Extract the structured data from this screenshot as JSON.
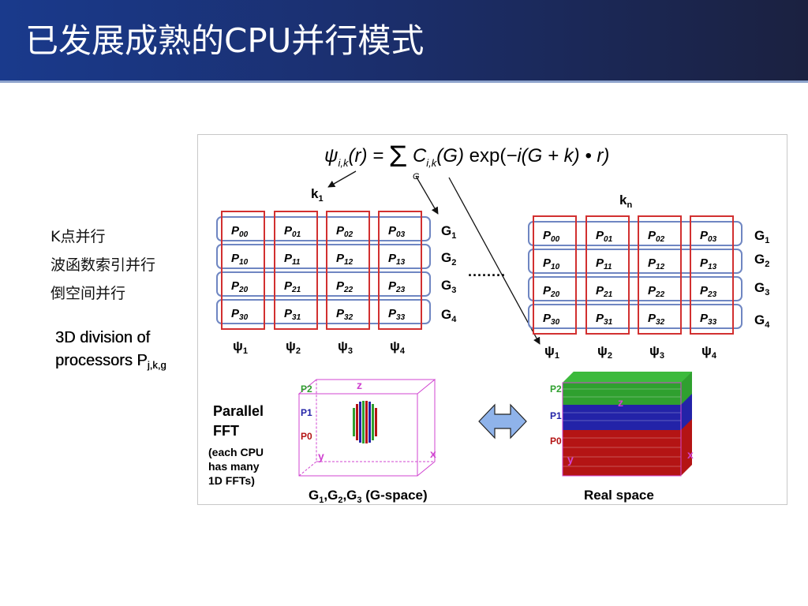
{
  "header": {
    "title": "已发展成熟的CPU并行模式"
  },
  "sidebar": {
    "items": [
      "K点并行",
      "波函数索引并行",
      "倒空间并行"
    ]
  },
  "note": {
    "line1": "3D division of",
    "line2_prefix": "processors P",
    "line2_sub": "j,k,g"
  },
  "diagram": {
    "formula": "ψi,k(r) = Σ Ci,k(G) exp(−i(G + k) • r)",
    "k_left": "k1",
    "k_right": "kn",
    "grid_cells": [
      [
        "P00",
        "P01",
        "P02",
        "P03"
      ],
      [
        "P10",
        "P11",
        "P12",
        "P13"
      ],
      [
        "P20",
        "P21",
        "P22",
        "P23"
      ],
      [
        "P30",
        "P31",
        "P32",
        "P33"
      ]
    ],
    "g_labels": [
      "G1",
      "G2",
      "G3",
      "G4"
    ],
    "psi_labels": [
      "ψ1",
      "ψ2",
      "ψ3",
      "ψ4"
    ],
    "dots": "········",
    "fft_label": [
      "Parallel",
      "FFT"
    ],
    "fft_note": [
      "(each CPU",
      "has many",
      "1D FFTs)"
    ],
    "gspace_caption": "G1,G2,G3 (G-space)",
    "real_caption": "Real space",
    "axis_labels": {
      "z": "z",
      "x": "x",
      "y": "y",
      "p2": "P2",
      "p1": "P1",
      "p0": "P0"
    },
    "colors": {
      "grid_red": "#d23030",
      "grid_blue": "#6f86c2",
      "cube_magenta": "#d044d0",
      "slab_green": "#2fa02f",
      "slab_blue": "#2323a8",
      "slab_red": "#b41414",
      "arrow_fill": "#8fb3ea"
    }
  }
}
